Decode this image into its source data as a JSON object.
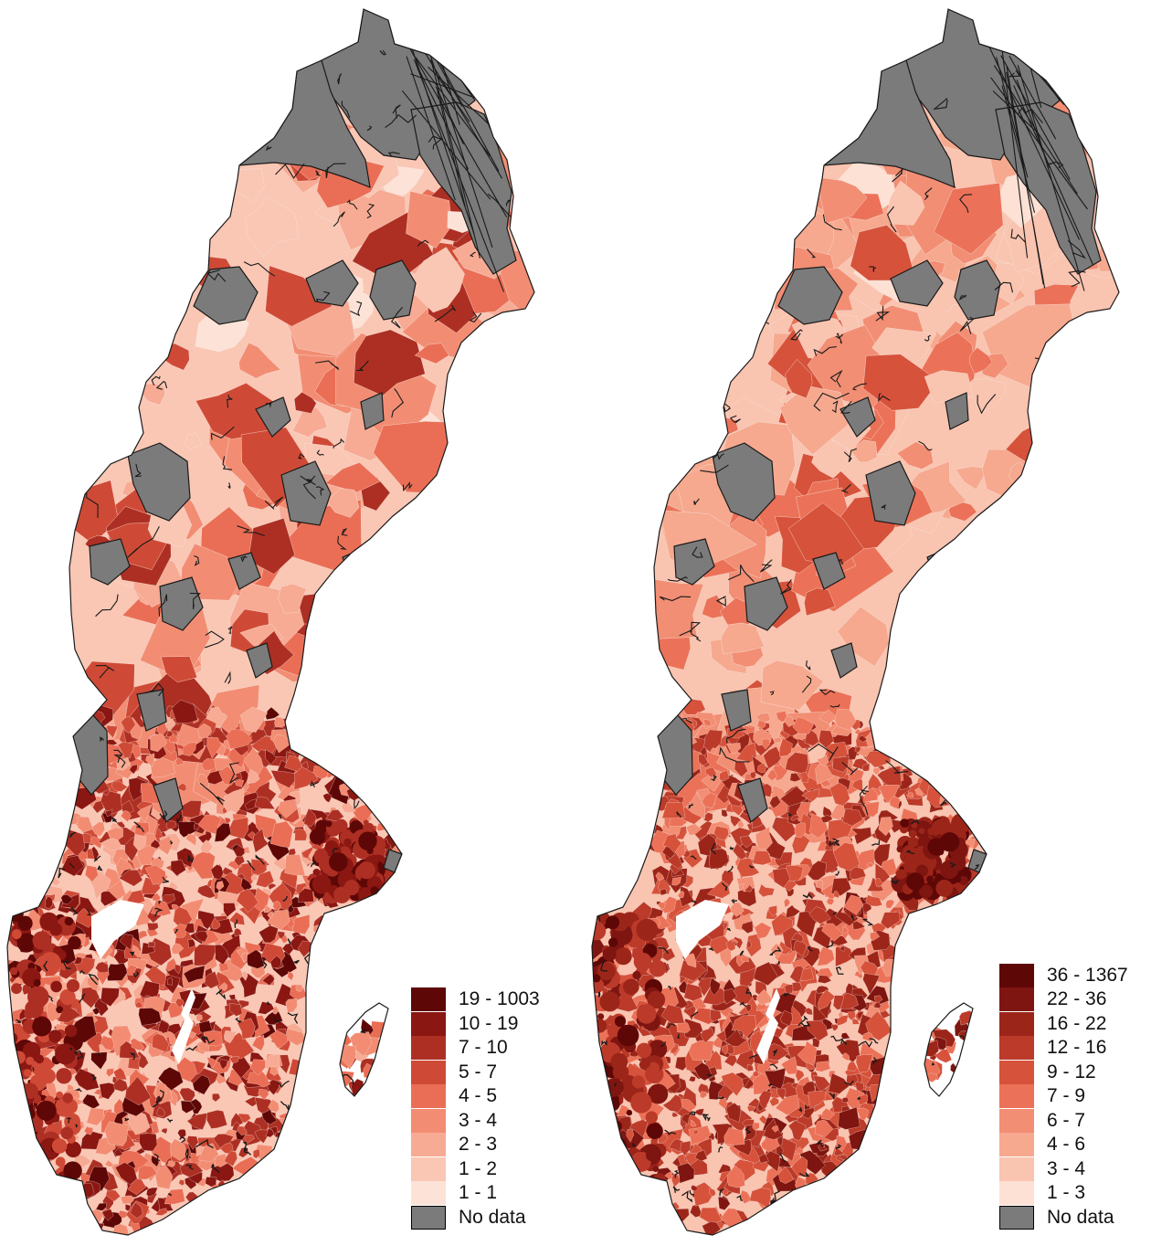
{
  "colors": {
    "no_data": "#7b7b7b",
    "border": "#1a1a1a"
  },
  "maps": [
    {
      "legend": {
        "classes": [
          {
            "label": "19 - 1003",
            "color": "#5e0707"
          },
          {
            "label": "10 - 19",
            "color": "#8a1712"
          },
          {
            "label": "7 - 10",
            "color": "#ad2f23"
          },
          {
            "label": "5 - 7",
            "color": "#cf4a36"
          },
          {
            "label": "4 - 5",
            "color": "#ea6e55"
          },
          {
            "label": "3 - 4",
            "color": "#f28d73"
          },
          {
            "label": "2 - 3",
            "color": "#f7ab94"
          },
          {
            "label": "1 - 2",
            "color": "#fac7b5"
          },
          {
            "label": "1 - 1",
            "color": "#fde3d7"
          }
        ],
        "no_data_label": "No data"
      }
    },
    {
      "legend": {
        "classes": [
          {
            "label": "36 - 1367",
            "color": "#5e0707"
          },
          {
            "label": "22 - 36",
            "color": "#7e1510"
          },
          {
            "label": "16 - 22",
            "color": "#9c2519"
          },
          {
            "label": "12 - 16",
            "color": "#bb3a29"
          },
          {
            "label": "9 - 12",
            "color": "#d6523b"
          },
          {
            "label": "7 - 9",
            "color": "#eb7258"
          },
          {
            "label": "6 - 7",
            "color": "#f28e74"
          },
          {
            "label": "4 - 6",
            "color": "#f6a98f"
          },
          {
            "label": "3 - 4",
            "color": "#f9c4b0"
          },
          {
            "label": "1 - 3",
            "color": "#fde1d4"
          }
        ],
        "no_data_label": "No data"
      }
    }
  ]
}
